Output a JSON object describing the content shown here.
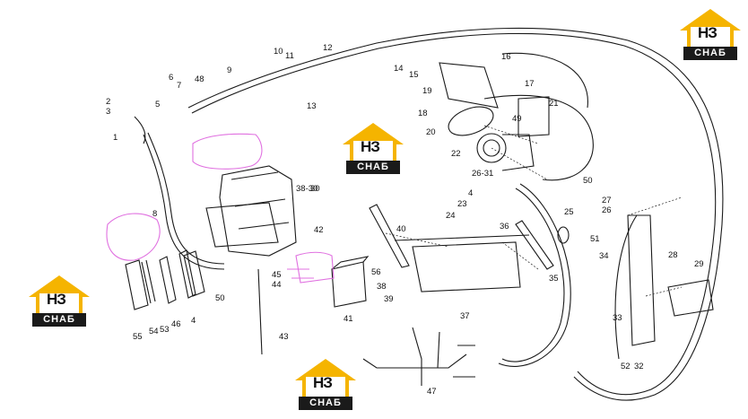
{
  "watermark": {
    "brand_top": "НЗ",
    "brand_bottom": "СНАБ",
    "accent_color": "#f5b400",
    "bar_color": "#1a1a1a"
  },
  "diagram": {
    "line_color": "#1a1a1a",
    "highlight_color": "#e070e0",
    "callouts": [
      "1",
      "2",
      "3",
      "4",
      "5",
      "6",
      "7",
      "8",
      "9",
      "10",
      "11",
      "12",
      "13",
      "14",
      "15",
      "16",
      "17",
      "18",
      "19",
      "20",
      "21",
      "22",
      "23",
      "24",
      "25",
      "26",
      "26-31",
      "27",
      "28",
      "29",
      "30",
      "32",
      "33",
      "34",
      "35",
      "36",
      "37",
      "38",
      "38-30",
      "39",
      "40",
      "41",
      "42",
      "43",
      "44",
      "45",
      "46",
      "47",
      "48",
      "49",
      "50",
      "51",
      "52",
      "53",
      "54",
      "55",
      "56"
    ]
  }
}
